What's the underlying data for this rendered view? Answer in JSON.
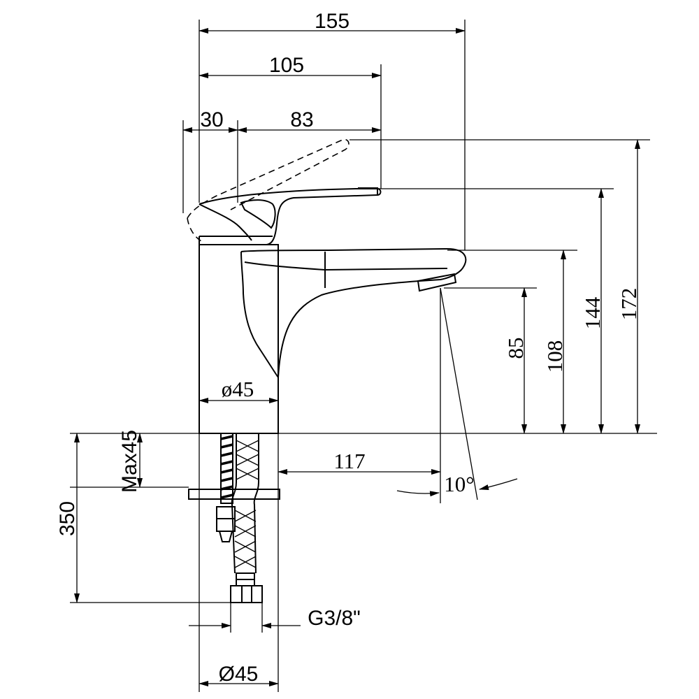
{
  "dimensions": {
    "overall_length": "155",
    "lever_reach": "105",
    "lever_pivot_offset": "30",
    "lever_length": "83",
    "height_total": "172",
    "height_lever": "144",
    "height_spout_top": "108",
    "height_outlet": "85",
    "body_diameter": "ø45",
    "spout_projection": "117",
    "outlet_angle": "10°",
    "max_deck_thickness": "Max45",
    "hose_length": "350",
    "connection_thread": "G3/8\"",
    "base_diameter": "Ø45"
  },
  "colors": {
    "line": "#000000",
    "background": "#ffffff"
  }
}
